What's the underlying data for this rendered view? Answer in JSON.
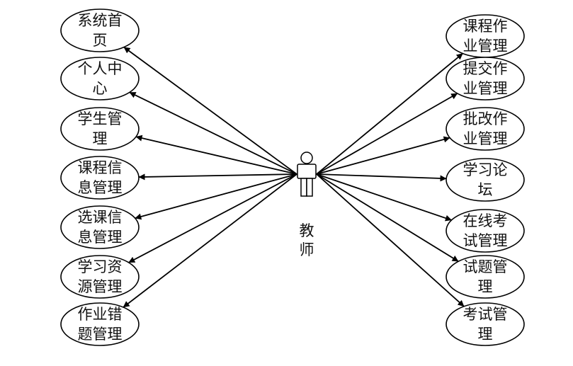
{
  "actor": {
    "label_line1": "教",
    "label_line2": "师"
  },
  "use_cases": [
    {
      "id": "uc-system-home",
      "lines": [
        "系统首",
        "页"
      ]
    },
    {
      "id": "uc-personal-center",
      "lines": [
        "个人中",
        "心"
      ]
    },
    {
      "id": "uc-student-management",
      "lines": [
        "学生管",
        "理"
      ]
    },
    {
      "id": "uc-course-info-management",
      "lines": [
        "课程信",
        "息管理"
      ]
    },
    {
      "id": "uc-course-selection-management",
      "lines": [
        "选课信",
        "息管理"
      ]
    },
    {
      "id": "uc-learning-resources-management",
      "lines": [
        "学习资",
        "源管理"
      ]
    },
    {
      "id": "uc-wrong-questions-management",
      "lines": [
        "作业错",
        "题管理"
      ]
    },
    {
      "id": "uc-course-homework-management",
      "lines": [
        "课程作",
        "业管理"
      ]
    },
    {
      "id": "uc-submit-homework-management",
      "lines": [
        "提交作",
        "业管理"
      ]
    },
    {
      "id": "uc-grade-homework-management",
      "lines": [
        "批改作",
        "业管理"
      ]
    },
    {
      "id": "uc-learning-forum",
      "lines": [
        "学习论",
        "坛"
      ]
    },
    {
      "id": "uc-online-exam-management",
      "lines": [
        "在线考",
        "试管理"
      ]
    },
    {
      "id": "uc-question-management",
      "lines": [
        "试题管",
        "理"
      ]
    },
    {
      "id": "uc-exam-management",
      "lines": [
        "考试管",
        "理"
      ]
    }
  ]
}
